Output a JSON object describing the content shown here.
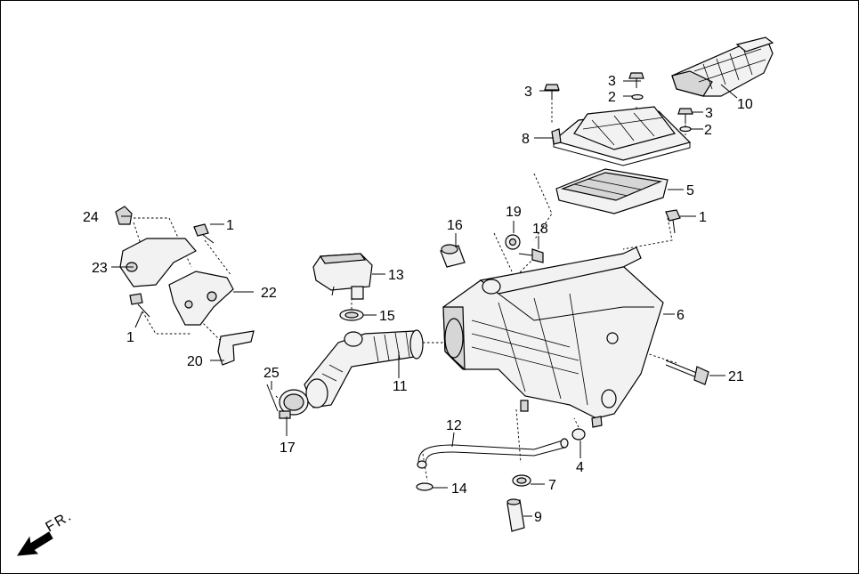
{
  "callouts": {
    "c1a": "1",
    "c1b": "1",
    "c1c": "1",
    "c2a": "2",
    "c2b": "2",
    "c3a": "3",
    "c3b": "3",
    "c3c": "3",
    "c4": "4",
    "c5": "5",
    "c6": "6",
    "c7": "7",
    "c8": "8",
    "c9": "9",
    "c10": "10",
    "c11": "11",
    "c12": "12",
    "c13": "13",
    "c14": "14",
    "c15": "15",
    "c16": "16",
    "c17": "17",
    "c18": "18",
    "c19": "19",
    "c20": "20",
    "c21": "21",
    "c22": "22",
    "c23": "23",
    "c24": "24",
    "c25": "25"
  },
  "direction": {
    "label": "FR.",
    "icon": "front-arrow-icon"
  }
}
